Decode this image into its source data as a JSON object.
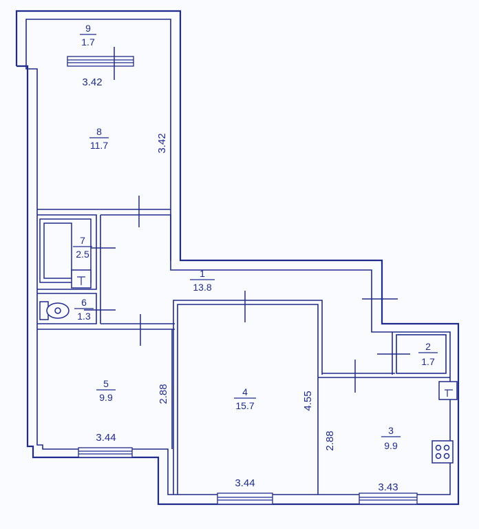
{
  "rooms": [
    {
      "number": "1",
      "area": "13.8"
    },
    {
      "number": "2",
      "area": "1.7"
    },
    {
      "number": "3",
      "area": "9.9"
    },
    {
      "number": "4",
      "area": "15.7"
    },
    {
      "number": "5",
      "area": "9.9"
    },
    {
      "number": "6",
      "area": "1.3"
    },
    {
      "number": "7",
      "area": "2.5"
    },
    {
      "number": "8",
      "area": "11.7"
    },
    {
      "number": "9",
      "area": "1.7"
    }
  ],
  "dimensions": {
    "room8_width": "3.42",
    "room8_length": "3.42",
    "room5_width": "3.44",
    "room5_length": "2.88",
    "room4_width": "3.44",
    "room4_length": "4.55",
    "room3_width": "3.43",
    "room3_length": "2.88"
  },
  "colors": {
    "line": "#1f2a8c",
    "paper": "#fafbff"
  },
  "icons": [
    "bathtub-icon",
    "tap-icon",
    "toilet-icon",
    "sink-icon",
    "stove-icon"
  ]
}
